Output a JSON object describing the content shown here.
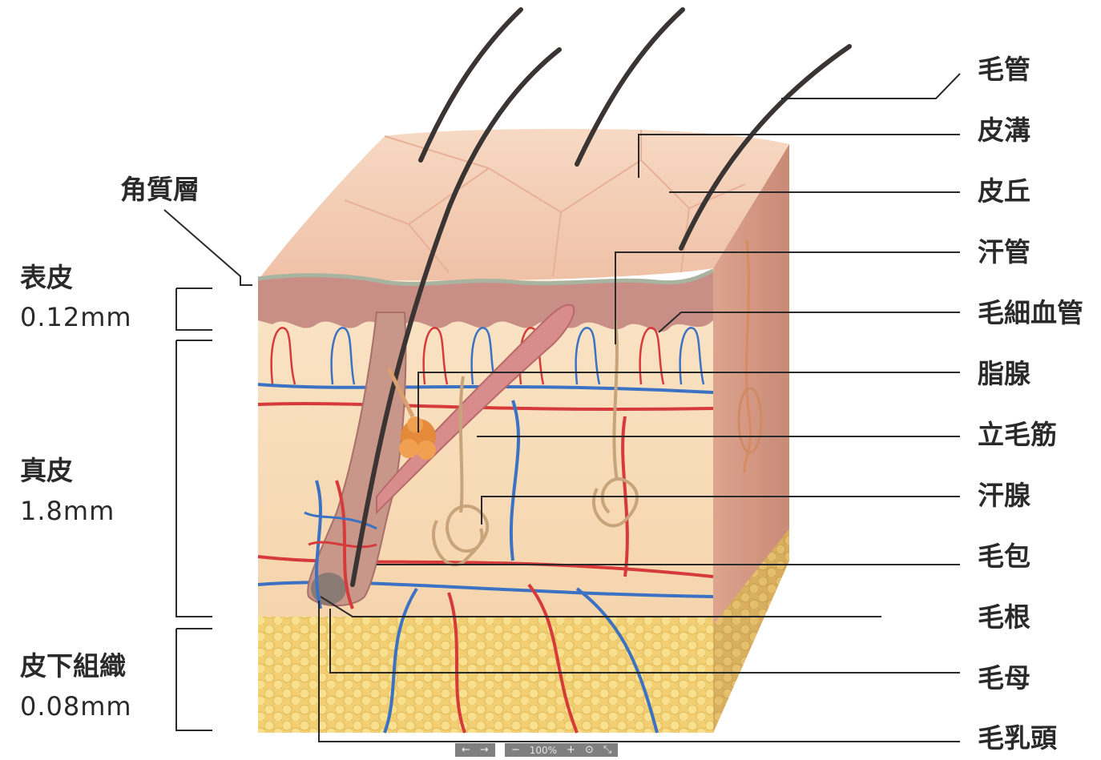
{
  "layers": [
    {
      "name": "表皮",
      "thickness": "0.12mm"
    },
    {
      "name": "真皮",
      "thickness": "1.8mm"
    },
    {
      "name": "皮下組織",
      "thickness": "0.08mm"
    }
  ],
  "left_callout": "角質層",
  "right_labels": [
    "毛管",
    "皮溝",
    "皮丘",
    "汗管",
    "毛細血管",
    "脂腺",
    "立毛筋",
    "汗腺",
    "毛包",
    "毛根",
    "毛母",
    "毛乳頭"
  ],
  "colors": {
    "skin_top": "#f4cdb3",
    "epidermis": "#c98f86",
    "dermis": "#f8dcb8",
    "fat": "#f3d57a",
    "artery": "#d63a3a",
    "vein": "#3b72c4",
    "hair": "#3a3432",
    "gland": "#e58a3a",
    "leader": "#2a2a2a"
  },
  "toolbar": {
    "prev": "←",
    "next": "→",
    "zoom_out": "−",
    "zoom": "100%",
    "zoom_in": "+",
    "fit": "⊙",
    "fullscreen": "⤡"
  }
}
